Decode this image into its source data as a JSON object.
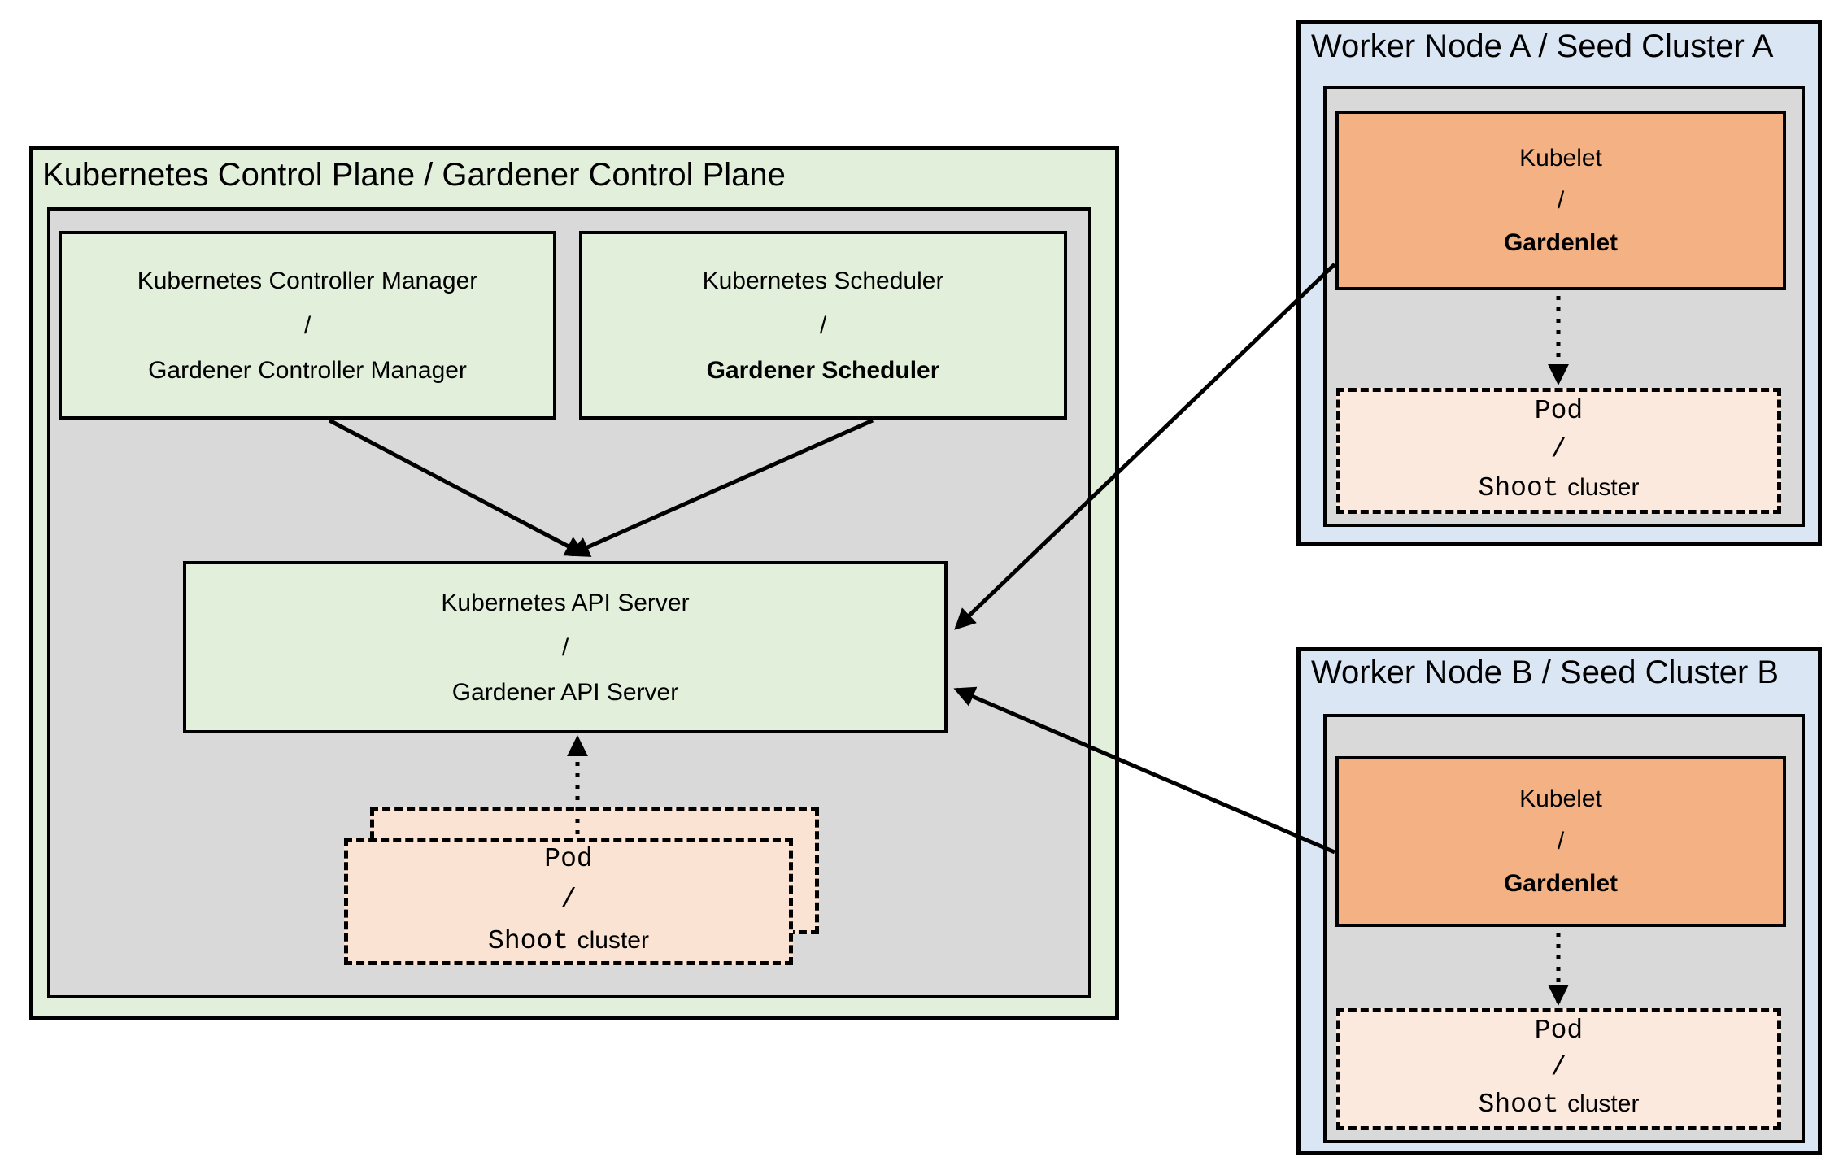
{
  "control_plane": {
    "title": "Kubernetes Control Plane / Gardener Control Plane",
    "controller_manager": {
      "line1": "Kubernetes Controller Manager",
      "line2": "/",
      "line3": "Gardener Controller Manager"
    },
    "scheduler": {
      "line1": "Kubernetes Scheduler",
      "line2": "/",
      "line3": "Gardener Scheduler"
    },
    "api_server": {
      "line1": "Kubernetes API Server",
      "line2": "/",
      "line3": "Gardener API Server"
    }
  },
  "pod_label": {
    "line1": "Pod",
    "line2": "/",
    "line3_mono": "Shoot",
    "line3_sans": "cluster"
  },
  "worker_a": {
    "title": "Worker Node A / Seed Cluster A",
    "kubelet": {
      "line1": "Kubelet",
      "line2": "/",
      "line3": "Gardenlet"
    }
  },
  "worker_b": {
    "title": "Worker Node B / Seed Cluster B",
    "kubelet": {
      "line1": "Kubelet",
      "line2": "/",
      "line3": "Gardenlet"
    }
  },
  "colors": {
    "green": "#e2efda",
    "gray": "#d9d9d9",
    "blue": "#dae6f3",
    "orange": "#f4b183",
    "peach_left": "#fbe3d4",
    "peach_right": "#fce9de",
    "line": "#000000"
  }
}
